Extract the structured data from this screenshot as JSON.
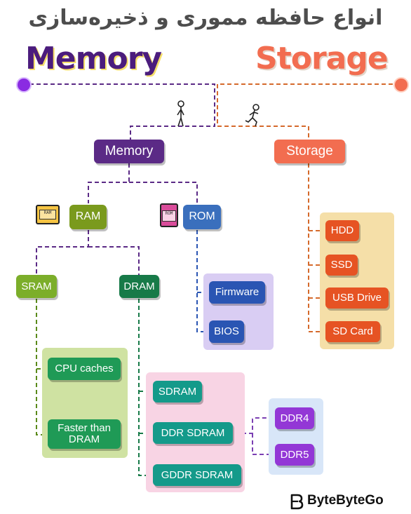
{
  "title": "انواع حافظه مموری و ذخیره‌سازی",
  "headings": {
    "memory": "Memory",
    "storage": "Storage"
  },
  "nodes": {
    "memory": "Memory",
    "storage": "Storage",
    "ram": "RAM",
    "rom": "ROM",
    "sram": "SRAM",
    "dram": "DRAM",
    "firmware": "Firmware",
    "bios": "BIOS",
    "cpu_caches": "CPU caches",
    "faster_than_dram": "Faster than DRAM",
    "sdram": "SDRAM",
    "ddr_sdram": "DDR SDRAM",
    "gddr_sdram": "GDDR SDRAM",
    "ddr4": "DDR4",
    "ddr5": "DDR5",
    "hdd": "HDD",
    "ssd": "SSD",
    "usb_drive": "USB Drive",
    "sd_card": "SD Card"
  },
  "icons": {
    "ram_chip_label": "RAM",
    "rom_chip_label": "ROM"
  },
  "brand": "ByteByteGo",
  "colors": {
    "memory_purple": "#5b2a86",
    "storage_orange": "#f26d50",
    "ram_olive": "#7a9a1d",
    "rom_blue": "#3a6fbd",
    "sram_green": "#7cae2a",
    "dram_green": "#177a48",
    "teal": "#149a8a",
    "violet": "#9337d6",
    "orange_red": "#e65323",
    "navy": "#2a55b3"
  }
}
